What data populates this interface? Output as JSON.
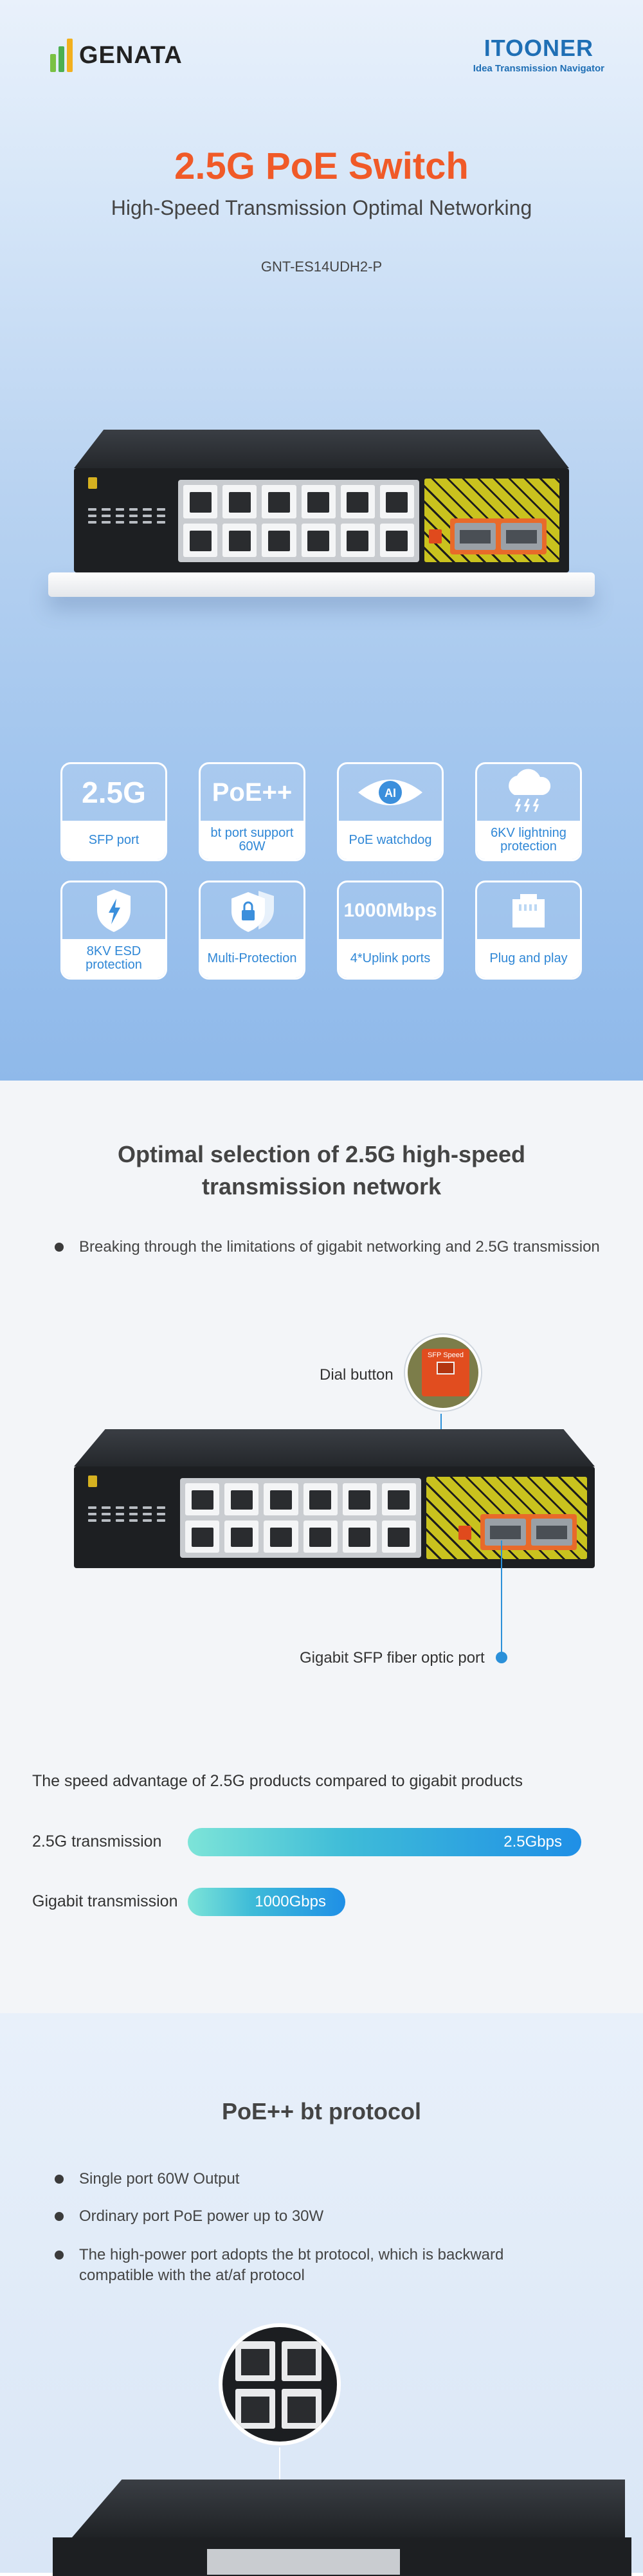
{
  "header": {
    "brand_left": "GENATA",
    "brand_right": "ITOONER",
    "brand_right_tagline": "Idea Transmission Navigator"
  },
  "hero": {
    "title": "2.5G PoE Switch",
    "subtitle": "High-Speed Transmission Optimal Networking",
    "model": "GNT-ES14UDH2-P"
  },
  "features": [
    {
      "top": "2.5G",
      "label": "SFP port",
      "icon": "text"
    },
    {
      "top": "PoE++",
      "label": "bt port support 60W",
      "icon": "text"
    },
    {
      "top": "",
      "label": "PoE watchdog",
      "icon": "ai-eye-icon"
    },
    {
      "top": "",
      "label": "6KV lightning protection",
      "icon": "cloud-lightning-icon"
    },
    {
      "top": "",
      "label": "8KV ESD protection",
      "icon": "shield-bolt-icon"
    },
    {
      "top": "",
      "label": "Multi-Protection",
      "icon": "shield-lock-icon"
    },
    {
      "top": "1000Mbps",
      "label": "4*Uplink ports",
      "icon": "text"
    },
    {
      "top": "",
      "label": "Plug and play",
      "icon": "ethernet-port-icon"
    }
  ],
  "section2": {
    "title": "Optimal selection of 2.5G high-speed transmission network",
    "bullet": "Breaking through the limitations of gigabit networking and 2.5G transmission",
    "dial_label": "Dial button",
    "sfp_label": "Gigabit SFP fiber optic port",
    "dial_panel_text": "SFP Speed",
    "speed_title": "The speed advantage of 2.5G products compared to gigabit products",
    "rows": [
      {
        "label": "2.5G transmission",
        "value": "2.5Gbps",
        "relative": 1.0
      },
      {
        "label": "Gigabit transmission",
        "value": "1000Gbps",
        "relative": 0.4
      }
    ]
  },
  "section3": {
    "title": "PoE++  bt protocol",
    "bullets": [
      "Single port 60W Output",
      "Ordinary port PoE power up to 30W",
      "The high-power port adopts the bt protocol, which is backward compatible with the at/af protocol"
    ]
  },
  "colors": {
    "accent_orange": "#f05a28",
    "accent_blue": "#2f87d6",
    "bar_start": "#7de4d8",
    "bar_end": "#1f8fe6"
  }
}
